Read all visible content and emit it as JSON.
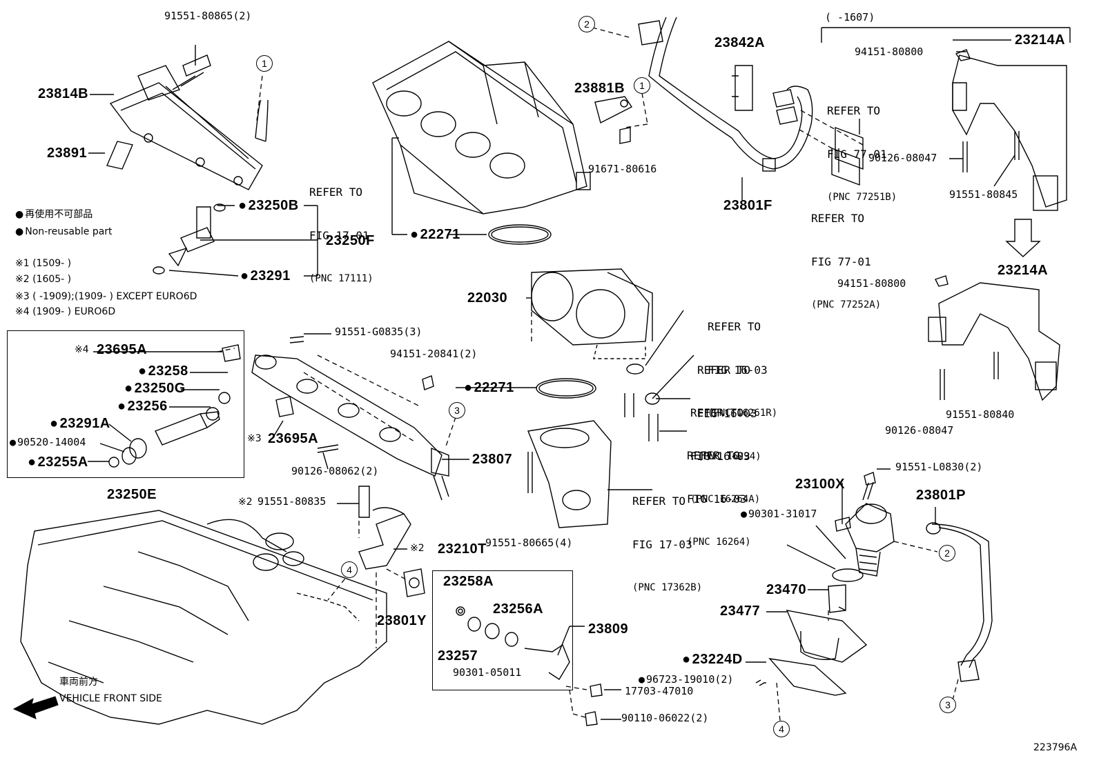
{
  "diagram_id": "223796A",
  "legend": {
    "non_reusable_jp": "再使用不可部品",
    "non_reusable_en": "Non-reusable part",
    "note1": "※1 (1509-     )",
    "note2": "※2 (1605-     )",
    "note3": "※3 (     -1909);(1909-     ) EXCEPT EURO6D",
    "note4": "※4 (1909-     ) EURO6D"
  },
  "front": {
    "jp": "車両前方",
    "en": "VEHICLE FRONT SIDE"
  },
  "top_range": "(     -1607)",
  "parts": {
    "p91551_80865": "91551-80865(2)",
    "p23814B": "23814B",
    "p23891": "23891",
    "p23250B": "23250B",
    "p23250F": "23250F",
    "p23291": "23291",
    "p22271a": "22271",
    "p22271b": "22271",
    "p23842A": "23842A",
    "p23881B": "23881B",
    "p91671_80616": "91671-80616",
    "p23801F": "23801F",
    "p23214A_top": "23214A",
    "p23214A_bot": "23214A",
    "p94151_80800a": "94151-80800",
    "p94151_80800b": "94151-80800",
    "p90126_08047a": "90126-08047",
    "p90126_08047b": "90126-08047",
    "p91551_80845": "91551-80845",
    "p91551_80840": "91551-80840",
    "p22030": "22030",
    "p23695A_4": "23695A",
    "p23258": "23258",
    "p23250G": "23250G",
    "p23256": "23256",
    "p23291A": "23291A",
    "p90520_14004": "90520-14004",
    "p23255A": "23255A",
    "p23250E": "23250E",
    "p91551_G0835": "91551-G0835(3)",
    "p94151_20841": "94151-20841(2)",
    "p23695A_3": "23695A",
    "p90126_08062": "90126-08062(2)",
    "p23807": "23807",
    "p91551_80835": "91551-80835",
    "p23210T": "23210T",
    "p91551_80665": "91551-80665(4)",
    "p23801Y": "23801Y",
    "p23258A": "23258A",
    "p23256A": "23256A",
    "p23809": "23809",
    "p23257": "23257",
    "p90301_05011": "90301-05011",
    "p96723_19010": "96723-19010(2)",
    "p17703_47010": "17703-47010",
    "p90110_06022": "90110-06022(2)",
    "p91551_L0830": "91551-L0830(2)",
    "p23100X": "23100X",
    "p23801P": "23801P",
    "p90301_31017": "90301-31017",
    "p23470": "23470",
    "p23477": "23477",
    "p23224D": "23224D"
  },
  "refs": {
    "r17_01": {
      "l1": "REFER TO",
      "l2": "FIG 17-01",
      "l3": "(PNC 17111)"
    },
    "r77_01b": {
      "l1": "REFER TO",
      "l2": "FIG 77-01",
      "l3": "(PNC 77251B)"
    },
    "r77_01a": {
      "l1": "REFER TO",
      "l2": "FIG 77-01",
      "l3": "(PNC 77252A)"
    },
    "r16_03r": {
      "l1": "REFER TO",
      "l2": "FIG 16-03",
      "l3": "(PNC 16261R)"
    },
    "r16_03_294": {
      "l1": "REFER TO",
      "l2": "FIG 16-03",
      "l3": "(PNC 16294)"
    },
    "r16_03_264a": {
      "l1": "REFER TO",
      "l2": "FIG 16-03",
      "l3": "(PNC 16264A)"
    },
    "r16_03_264": {
      "l1": "REFER TO",
      "l2": "FIG 16-03",
      "l3": "(PNC 16264)"
    },
    "r17_03": {
      "l1": "REFER TO",
      "l2": "FIG 17-03",
      "l3": "(PNC 17362B)"
    }
  },
  "marks": {
    "m1": "※1",
    "m2": "※2",
    "m3": "※3",
    "m4": "※4"
  },
  "callouts": {
    "c1": "1",
    "c2": "2",
    "c3": "3",
    "c4": "4"
  }
}
